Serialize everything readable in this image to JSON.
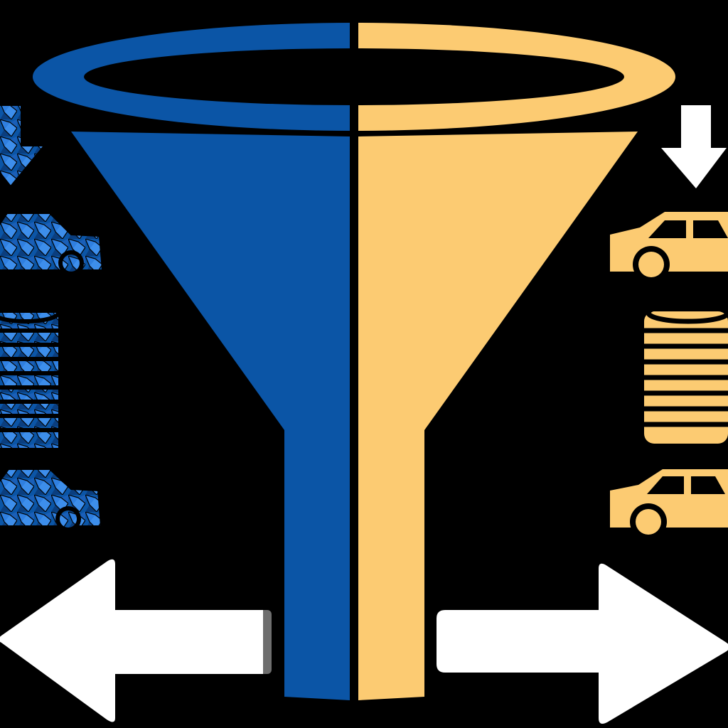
{
  "diagram": {
    "background": "#000000",
    "colors": {
      "blue": "#0B55A6",
      "blue_light": "#2F7FE0",
      "yellow": "#FCCB72",
      "white": "#FFFFFF",
      "arrow_shadow": "#6E6E6E"
    },
    "funnel": {
      "halves": [
        "blue",
        "yellow"
      ]
    },
    "left_column": {
      "style": "faceted-blue",
      "icons": [
        "arrow-down-icon",
        "car-icon",
        "coin-stack-icon",
        "car-icon"
      ]
    },
    "right_column": {
      "style": "flat-yellow",
      "icons": [
        "arrow-down-icon",
        "car-icon",
        "coin-stack-icon",
        "car-icon"
      ]
    },
    "bottom_arrows": [
      "arrow-left-icon",
      "arrow-right-icon"
    ]
  }
}
